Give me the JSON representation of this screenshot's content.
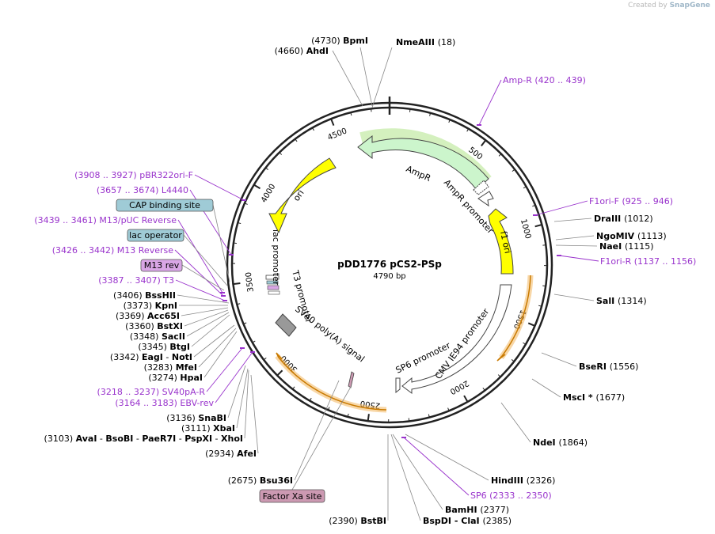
{
  "plasmid": {
    "name": "pDD1776 pCS2-PSp",
    "length_label": "4790 bp",
    "total_bp": 4790
  },
  "watermark": {
    "prefix": "Created by",
    "brand": "SnapGene"
  },
  "tick_labels": [
    "500",
    "1000",
    "1500",
    "2000",
    "2500",
    "3000",
    "3500",
    "4000",
    "4500"
  ],
  "features": [
    {
      "name": "AmpR",
      "label": "AmpR",
      "color": "#ccf5cc",
      "stroke": "#5a9a2a"
    },
    {
      "name": "AmpR promoter",
      "label": "AmpR promoter",
      "color": "#ffffff"
    },
    {
      "name": "f1 ori",
      "label": "f1 ori",
      "color": "#ffff00"
    },
    {
      "name": "CMV IE94 promoter",
      "label": "CMV IE94 promoter",
      "color": "#ffffff"
    },
    {
      "name": "SP6 promoter",
      "label": "SP6 promoter",
      "color": "#ffffff"
    },
    {
      "name": "SV40 poly(A) signal",
      "label": "SV40 poly(A) signal",
      "color": "#999999"
    },
    {
      "name": "T3 promoter",
      "label": "T3 promoter",
      "color": "#ffffff"
    },
    {
      "name": "lac promoter",
      "label": "lac promoter",
      "color": "#ffffff"
    },
    {
      "name": "ori",
      "label": "ori",
      "color": "#ffff00"
    },
    {
      "name": "Factor Xa site",
      "label": "Factor Xa site",
      "color": "#cc99b2"
    }
  ],
  "sites_left": [
    {
      "pos": "(4730)",
      "name": "BpmI"
    },
    {
      "pos": "(4660)",
      "name": "AhdI"
    },
    {
      "pos": "(3406)",
      "name": "BssHII"
    },
    {
      "pos": "(3373)",
      "name": "KpnI"
    },
    {
      "pos": "(3369)",
      "name": "Acc65I"
    },
    {
      "pos": "(3360)",
      "name": "BstXI"
    },
    {
      "pos": "(3348)",
      "name": "SacII"
    },
    {
      "pos": "(3345)",
      "name": "BtgI"
    },
    {
      "pos": "(3342)",
      "name": "EagI  - NotI"
    },
    {
      "pos": "(3283)",
      "name": "MfeI"
    },
    {
      "pos": "(3274)",
      "name": "HpaI"
    },
    {
      "pos": "(3136)",
      "name": "SnaBI"
    },
    {
      "pos": "(3111)",
      "name": "XbaI"
    },
    {
      "pos": "(3103)",
      "name": "AvaI  - BsoBI  - PaeR7I  - PspXI  - XhoI"
    },
    {
      "pos": "(2934)",
      "name": "AfeI"
    },
    {
      "pos": "(2675)",
      "name": "Bsu36I"
    },
    {
      "pos": "(2390)",
      "name": "BstBI"
    }
  ],
  "sites_right": [
    {
      "name": "NmeAIII",
      "pos": "(18)"
    },
    {
      "name": "DraIII",
      "pos": "(1012)"
    },
    {
      "name": "NgoMIV",
      "pos": "(1113)"
    },
    {
      "name": "NaeI",
      "pos": "(1115)"
    },
    {
      "name": "SalI",
      "pos": "(1314)"
    },
    {
      "name": "BseRI",
      "pos": "(1556)"
    },
    {
      "name": "MscI *",
      "pos": "(1677)"
    },
    {
      "name": "NdeI",
      "pos": "(1864)"
    },
    {
      "name": "HindIII",
      "pos": "(2326)"
    },
    {
      "name": "BamHI",
      "pos": "(2377)"
    },
    {
      "name": "BspDI  - ClaI",
      "pos": "(2385)"
    }
  ],
  "primers": [
    {
      "name": "Amp-R",
      "range": "(420 .. 439)"
    },
    {
      "name": "F1ori-F",
      "range": "(925 .. 946)"
    },
    {
      "name": "F1ori-R",
      "range": "(1137 .. 1156)"
    },
    {
      "name": "SP6",
      "range": "(2333 .. 2350)"
    },
    {
      "name": "pBR322ori-F",
      "range": "(3908 .. 3927)"
    },
    {
      "name": "L4440",
      "range": "(3657 .. 3674)"
    },
    {
      "name": "M13/pUC Reverse",
      "range": "(3439 .. 3461)"
    },
    {
      "name": "M13 Reverse",
      "range": "(3426 .. 3442)"
    },
    {
      "name": "T3",
      "range": "(3387 .. 3407)"
    },
    {
      "name": "SV40pA-R",
      "range": "(3218 .. 3237)"
    },
    {
      "name": "EBV-rev",
      "range": "(3164 .. 3183)"
    }
  ],
  "boxed_labels": [
    {
      "name": "CAP binding site",
      "color": "#9fcbd6"
    },
    {
      "name": "lac operator",
      "color": "#9fcbd6"
    },
    {
      "name": "M13 rev",
      "color": "#d9a6e6"
    }
  ],
  "colors": {
    "primer": "#9933cc",
    "backbone": "#222222",
    "orange_glow": "#f2b75e"
  }
}
